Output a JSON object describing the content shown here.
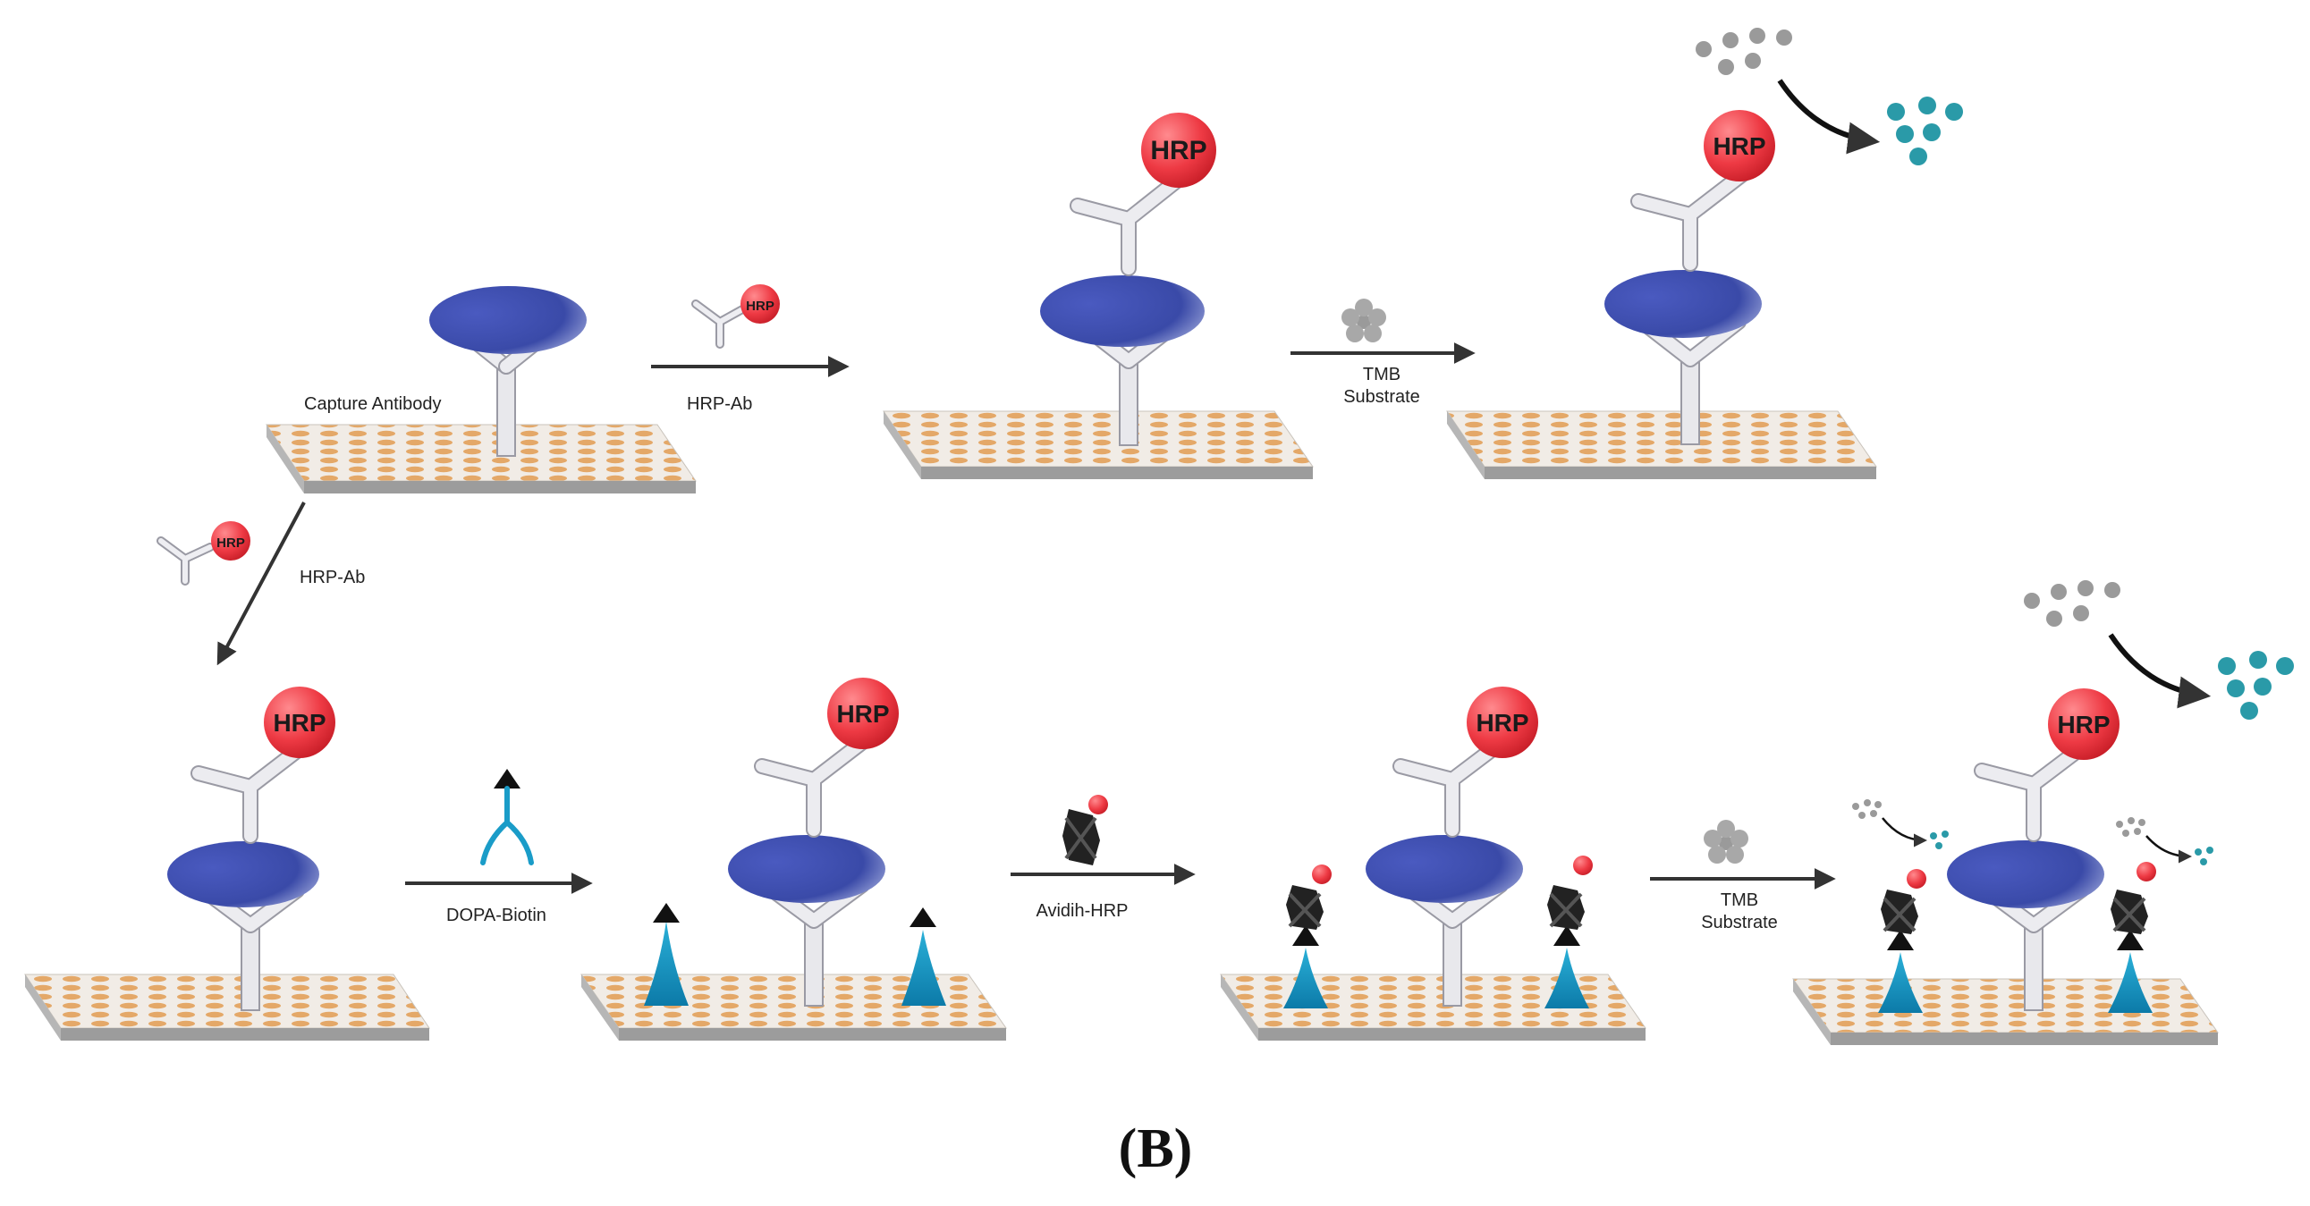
{
  "figure": {
    "caption": "(B)",
    "labels": {
      "capture_antibody": "Capture Antibody",
      "hrp_ab_1": "HRP-Ab",
      "hrp_ab_2": "HRP-Ab",
      "tmb_1_line1": "TMB",
      "tmb_1_line2": "Substrate",
      "dopa_biotin": "DOPA-Biotin",
      "avidin_hrp": "Avidih-HRP",
      "tmb_2_line1": "TMB",
      "tmb_2_line2": "Substrate"
    },
    "hrp_text": "HRP",
    "colors": {
      "antigen": "#3a4aa8",
      "hrp": "#e8323c",
      "plate": "#ebe4da",
      "well": "#e4a868",
      "dopa": "#1a9cc8",
      "product": "#2a9aa8",
      "substrate": "#9a9a9a",
      "arrow": "#333333"
    }
  }
}
